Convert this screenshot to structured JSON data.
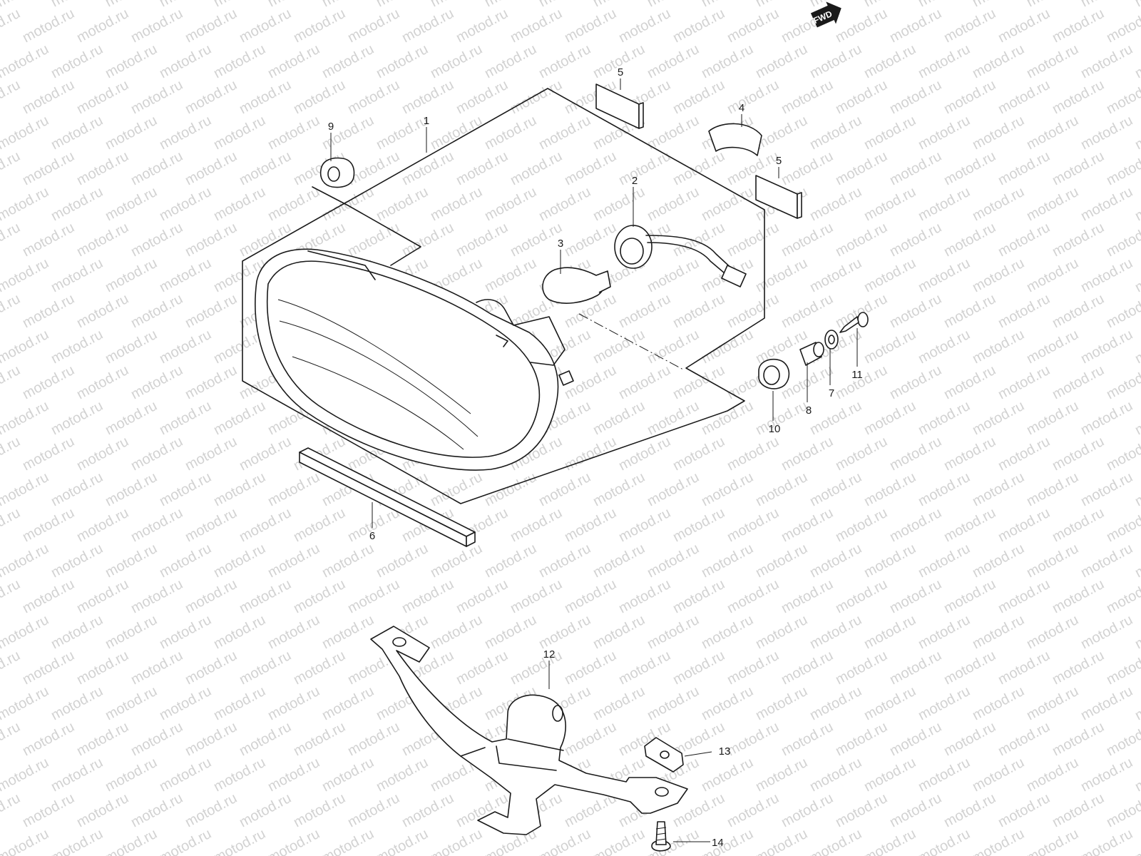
{
  "watermark": {
    "text": "motod.ru"
  },
  "fwd_badge": {
    "label": "FWD"
  },
  "callouts": [
    {
      "id": "callout-1",
      "label": "1"
    },
    {
      "id": "callout-2",
      "label": "2"
    },
    {
      "id": "callout-3",
      "label": "3"
    },
    {
      "id": "callout-4",
      "label": "4"
    },
    {
      "id": "callout-5a",
      "label": "5"
    },
    {
      "id": "callout-5b",
      "label": "5"
    },
    {
      "id": "callout-6",
      "label": "6"
    },
    {
      "id": "callout-7",
      "label": "7"
    },
    {
      "id": "callout-8",
      "label": "8"
    },
    {
      "id": "callout-9",
      "label": "9"
    },
    {
      "id": "callout-10",
      "label": "10"
    },
    {
      "id": "callout-11",
      "label": "11"
    },
    {
      "id": "callout-12",
      "label": "12"
    },
    {
      "id": "callout-13",
      "label": "13"
    },
    {
      "id": "callout-14",
      "label": "14"
    }
  ],
  "colors": {
    "line": "#1a1a1a",
    "watermark": "#d2d2d2",
    "background": "#ffffff"
  }
}
